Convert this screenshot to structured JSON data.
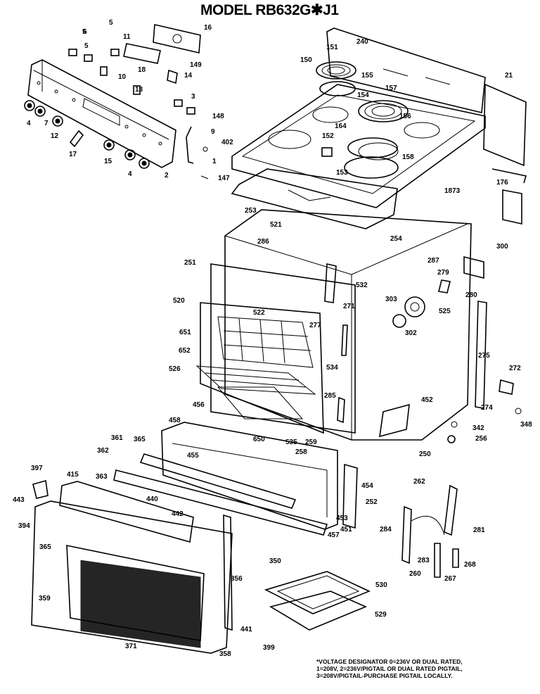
{
  "title": "MODEL RB632G✱J1",
  "note": [
    "*VOLTAGE DESIGNATOR 0=236V OR DUAL RATED,",
    "1=208V, 2=236V/PIGTAIL OR DUAL RATED PIGTAIL,",
    "3=208V/PIGTAIL-PURCHASE PIGTAIL LOCALLY."
  ],
  "labels": [
    "5",
    "6",
    "5",
    "11",
    "16",
    "149",
    "18",
    "10",
    "14",
    "13",
    "3",
    "148",
    "9",
    "402",
    "1",
    "147",
    "4",
    "7",
    "12",
    "17",
    "15",
    "4",
    "2",
    "240",
    "151",
    "150",
    "155",
    "154",
    "157",
    "156",
    "164",
    "152",
    "153",
    "158",
    "21",
    "1873",
    "176",
    "253",
    "521",
    "286",
    "254",
    "300",
    "251",
    "287",
    "279",
    "280",
    "532",
    "303",
    "525",
    "520",
    "271",
    "522",
    "277",
    "302",
    "651",
    "652",
    "534",
    "526",
    "275",
    "272",
    "274",
    "348",
    "285",
    "456",
    "452",
    "342",
    "256",
    "458",
    "259",
    "650",
    "535",
    "258",
    "250",
    "361",
    "365",
    "455",
    "362",
    "397",
    "415",
    "363",
    "262",
    "454",
    "443",
    "440",
    "252",
    "442",
    "453",
    "451",
    "281",
    "394",
    "457",
    "284",
    "365",
    "283",
    "268",
    "267",
    "260",
    "350",
    "356",
    "530",
    "359",
    "529",
    "371",
    "441",
    "358",
    "399",
    "5"
  ]
}
